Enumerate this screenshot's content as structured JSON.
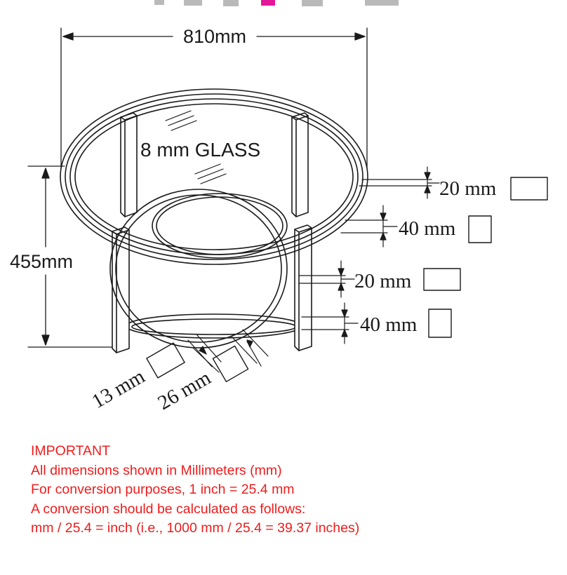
{
  "colors": {
    "line": "#1a1a1a",
    "note_text": "#ee1c1c",
    "logo_magenta": "#e3179a",
    "logo_gray": "#b9b9b9",
    "background": "#ffffff"
  },
  "diagram": {
    "width_label": "810mm",
    "height_label": "455mm",
    "glass_label": "8 mm GLASS",
    "ring_top_label": "20 mm",
    "ring_outer_label": "40 mm",
    "lower_ring_label": "20 mm",
    "lower_outer_label": "40 mm",
    "leg_label": "13 mm",
    "leg_outer_label": "26 mm"
  },
  "notes": {
    "title": "IMPORTANT",
    "line1": "All dimensions shown in Millimeters (mm)",
    "line2": "For conversion purposes, 1 inch = 25.4 mm",
    "line3": "A conversion should be calculated as follows:",
    "line4": "mm / 25.4 = inch (i.e., 1000 mm / 25.4 = 39.37 inches)"
  }
}
